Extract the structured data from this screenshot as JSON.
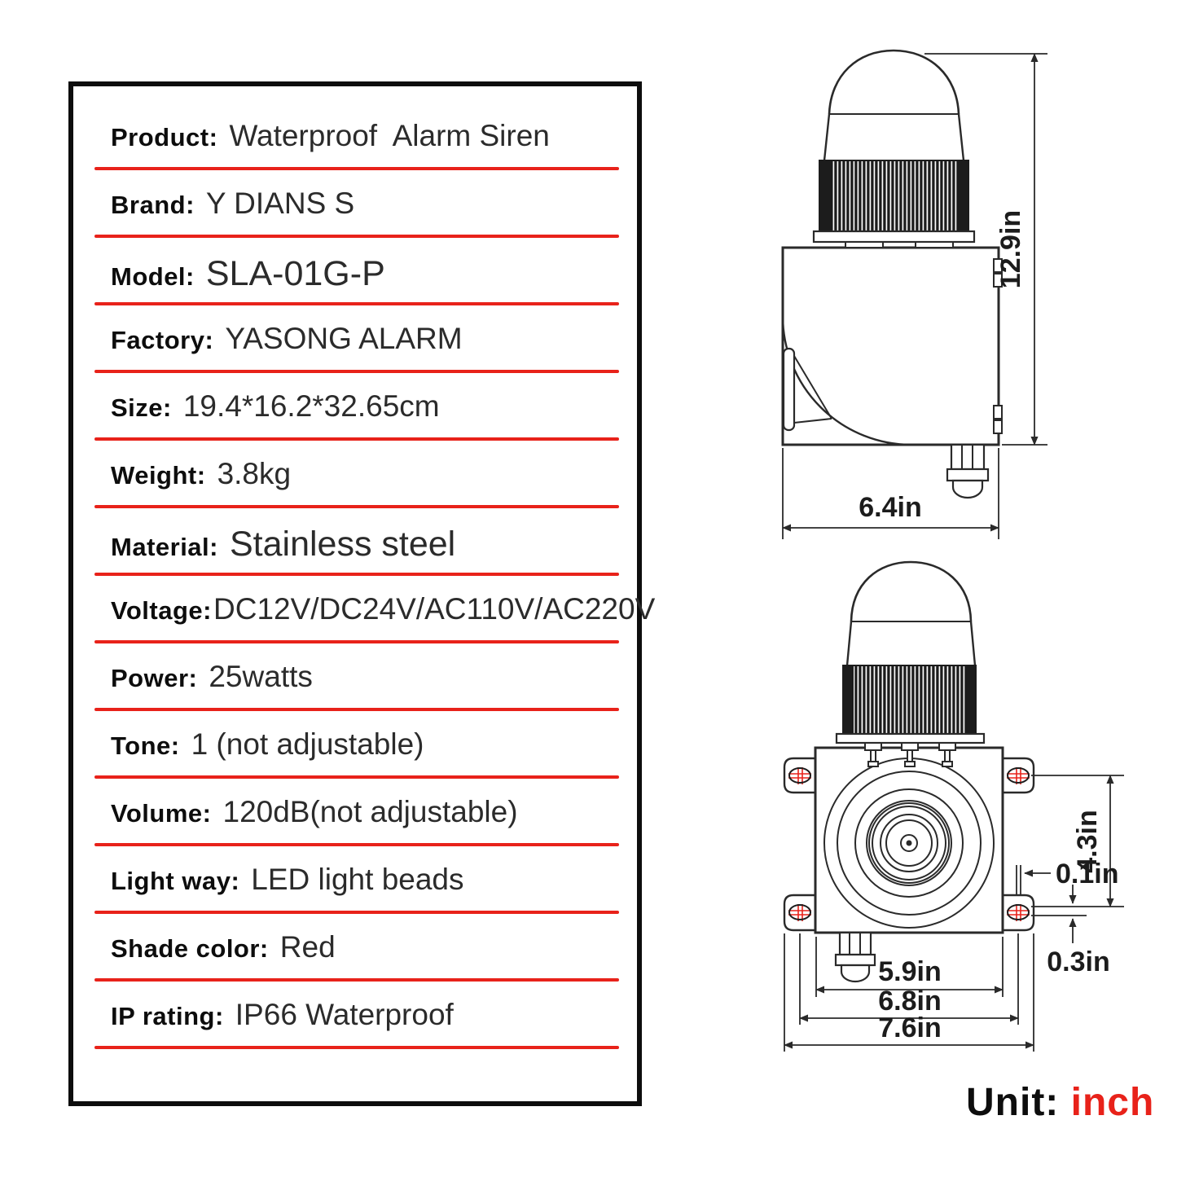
{
  "spec_table": {
    "rows": [
      {
        "label": "Product:",
        "value": "Waterproof  Alarm Siren"
      },
      {
        "label": "Brand:",
        "value": "Y DIANS S"
      },
      {
        "label": "Model:",
        "value": "SLA-01G-P"
      },
      {
        "label": "Factory:",
        "value": "YASONG ALARM"
      },
      {
        "label": "Size:",
        "value": "19.4*16.2*32.65cm"
      },
      {
        "label": "Weight:",
        "value": "3.8kg"
      },
      {
        "label": "Material:",
        "value": "Stainless steel"
      },
      {
        "label": "Voltage:",
        "value": "DC12V/DC24V/AC110V/AC220V"
      },
      {
        "label": "Power:",
        "value": "25watts"
      },
      {
        "label": "Tone:",
        "value": "1 (not adjustable)"
      },
      {
        "label": "Volume:",
        "value": "120dB(not adjustable)"
      },
      {
        "label": "Light way:",
        "value": "LED light beads"
      },
      {
        "label": "Shade color:",
        "value": "Red"
      },
      {
        "label": "IP rating:",
        "value": "IP66 Waterproof"
      }
    ]
  },
  "drawings": {
    "side_view": {
      "dims": {
        "height": "12.9in",
        "width": "6.4in"
      }
    },
    "front_view": {
      "dims": {
        "mount_height": "4.3in",
        "plate_thickness": "0.1in",
        "edge_offset": "0.3in",
        "body_width": "5.9in",
        "hole_span": "6.8in",
        "overall_width": "7.6in"
      }
    }
  },
  "footer": {
    "unit_label": "Unit:",
    "unit_value": "inch"
  },
  "colors": {
    "accent_red": "#e8221a",
    "drawing_line": "#2a2a2a"
  }
}
